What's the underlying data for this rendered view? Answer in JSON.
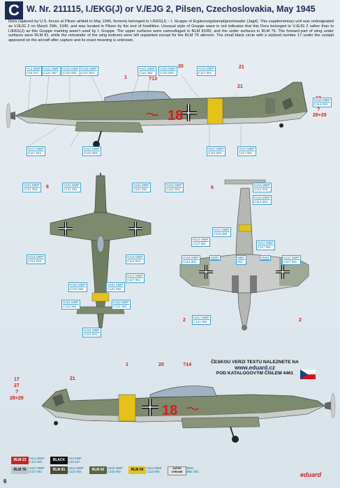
{
  "header": {
    "letter": "C",
    "title": "W. Nr. 211115, I./EKG(J) or V./EJG 2, Pilsen, Czechoslovakia, May 1945",
    "intro": "Dora captured by U.S. forces at Pilsen airfield in May 1945, formerly belonged to I./EKG(J) – I. Gruppe of Ergänzungskampfgeschwader (Jagd). This supplementary unit was redesignated as V./EJG 2 on March 29th, 1945, and was located in Pilsen by the end of hostilities. Unusual style of Gruppe wave in red indicates that this Dora belonged to V./EJG 2 rather than to I./EKG(J) as this Gruppe marking wasn't used by I. Gruppe. The upper surfaces were camouflaged in RLM 81/82, and the under surfaces in RLM 76. The forward part of wing under surfaces were RLM 81, while the remainder of the wing bottoms were left unpainted except for the RLM 76 ailerons. The small black circle with a stylized number 17 under the cockpit appeared on the aircraft after capture and its exact meaning is unknown."
  },
  "profile_top": {
    "fuselage_number": "18",
    "callouts": [
      "20",
      "21",
      "?13",
      "17",
      "27",
      "?",
      "28+29",
      "1",
      "21"
    ]
  },
  "profile_bottom": {
    "fuselage_number": "18",
    "callouts": [
      "1",
      "20",
      "?14",
      "17",
      "27",
      "?",
      "28+29",
      "21"
    ]
  },
  "top_view": {
    "callouts": [
      "6",
      "6"
    ]
  },
  "bottom_view": {
    "callouts": [
      "6",
      "2",
      "2"
    ]
  },
  "labels": {
    "l1": {
      "a": "H12 MMP",
      "b": "C33 047"
    },
    "l2": {
      "a": "H421 MMP",
      "b": "C121 052"
    },
    "l3": {
      "a": "H423 MMP",
      "b": "C122 053"
    },
    "l4": {
      "a": "H416 MMP",
      "b": "C117 051"
    },
    "l5": {
      "a": "H421 MMP",
      "b": "C121 052"
    },
    "l6": {
      "a": "H423 MMP",
      "b": "C122 053"
    },
    "l7": {
      "a": "H416 MMP",
      "b": "C117 051"
    },
    "l8": {
      "a": "H416 MMP",
      "b": "C114 003"
    },
    "l9": {
      "a": "H417 MMP",
      "b": "C117 051"
    },
    "l10": {
      "a": "H413 MMP",
      "b": "C115 060"
    },
    "l11": {
      "a": "H417 MMP",
      "b": "C115 060"
    },
    "l12": {
      "a": "H417 MMP",
      "b": "C117 051"
    },
    "l13": {
      "a": "H421 MMP",
      "b": "C121 053"
    },
    "l14": {
      "a": "H421 MMP",
      "b": "C121 052"
    },
    "l15": {
      "a": "H421 MMP",
      "b": "C121 052"
    },
    "l16": {
      "a": "H422 MMP",
      "b": "C122 053"
    },
    "l17": {
      "a": "H416 MMP",
      "b": "C114 003"
    },
    "l18": {
      "a": "H416 MMP",
      "b": "C114 003"
    },
    "l19": {
      "a": "H417 MMP",
      "b": "C115 060"
    },
    "l20": {
      "a": "H417 MMP",
      "b": "C117 051"
    },
    "l21": {
      "a": "H417 MMP",
      "b": "C117 051"
    },
    "l22": {
      "a": "H416 MMP",
      "b": "C114 003"
    },
    "l23": {
      "a": "H416 MMP",
      "b": "C114 003"
    },
    "l24": {
      "a": "H416 MMP",
      "b": "C114 003"
    },
    "l25": {
      "a": "SM01",
      "b": ""
    },
    "l26": {
      "a": "MMC",
      "b": "001"
    },
    "l27": {
      "a": "SM01",
      "b": ""
    },
    "l28": {
      "a": "H417 MMP",
      "b": "C117 051"
    },
    "l29": {
      "a": "H417 MMP",
      "b": "C117 051"
    },
    "l30": {
      "a": "H422 MMP",
      "b": "C122 053"
    },
    "l31": {
      "a": "H421 MMP",
      "b": "C121 052"
    },
    "l32": {
      "a": "H421 MMP",
      "b": "C121 052"
    },
    "l33": {
      "a": "H422 MMP",
      "b": "C121 052"
    },
    "l34": {
      "a": "H417 MMP",
      "b": "C121 052"
    },
    "l35": {
      "a": "H416 MMP",
      "b": "C114 003"
    }
  },
  "czech_note": {
    "line1": "ČESKOU VERZI TEXTU NALEZNETE NA",
    "url": "www.eduard.cz",
    "line2": "POD KATALOGOVÝM ČÍSLEM 4461"
  },
  "legend": [
    {
      "name": "RLM 23",
      "c1": "H414 MMP",
      "c2": "C114 003"
    },
    {
      "name": "BLACK",
      "c1": "H12 MMP",
      "c2": "C33 047"
    },
    {
      "name": "RLM 76",
      "c1": "H417 MMP",
      "c2": "C117 051"
    },
    {
      "name": "RLM 81",
      "c1": "H421 MMP",
      "c2": "C121 052"
    },
    {
      "name": "RLM 82",
      "c1": "H422 MMP",
      "c2": "C122 053"
    },
    {
      "name": "RLM 04",
      "c1": "H413 MMP",
      "c2": "C113 090"
    },
    {
      "name": "SUPER CHROME",
      "c1": "SM01",
      "c2": "MMC 001"
    }
  ],
  "footer": {
    "logo": "eduard",
    "page": "6"
  },
  "colors": {
    "title_blue": "#1b2a55",
    "callout_red": "#d41d1d",
    "yellow_band": "#e5c21a",
    "green_camo": "#7d8a6e"
  }
}
